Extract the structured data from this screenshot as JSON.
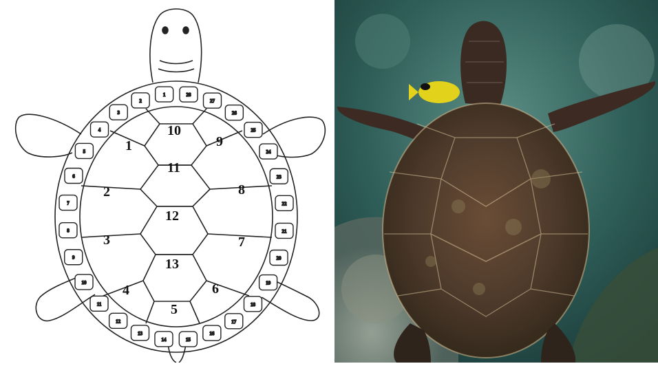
{
  "diagram": {
    "inner_scutes": [
      "1",
      "2",
      "3",
      "4",
      "5",
      "6",
      "7",
      "8",
      "9",
      "10",
      "11",
      "12",
      "13"
    ],
    "marginal_scutes": [
      "1",
      "2",
      "3",
      "4",
      "5",
      "6",
      "7",
      "8",
      "9",
      "10",
      "11",
      "12",
      "13",
      "14",
      "15",
      "16",
      "17",
      "18",
      "19",
      "20",
      "21",
      "22",
      "23",
      "24",
      "25",
      "26",
      "27",
      "28"
    ]
  },
  "photo": {
    "subject": "sea-turtle-photo"
  }
}
